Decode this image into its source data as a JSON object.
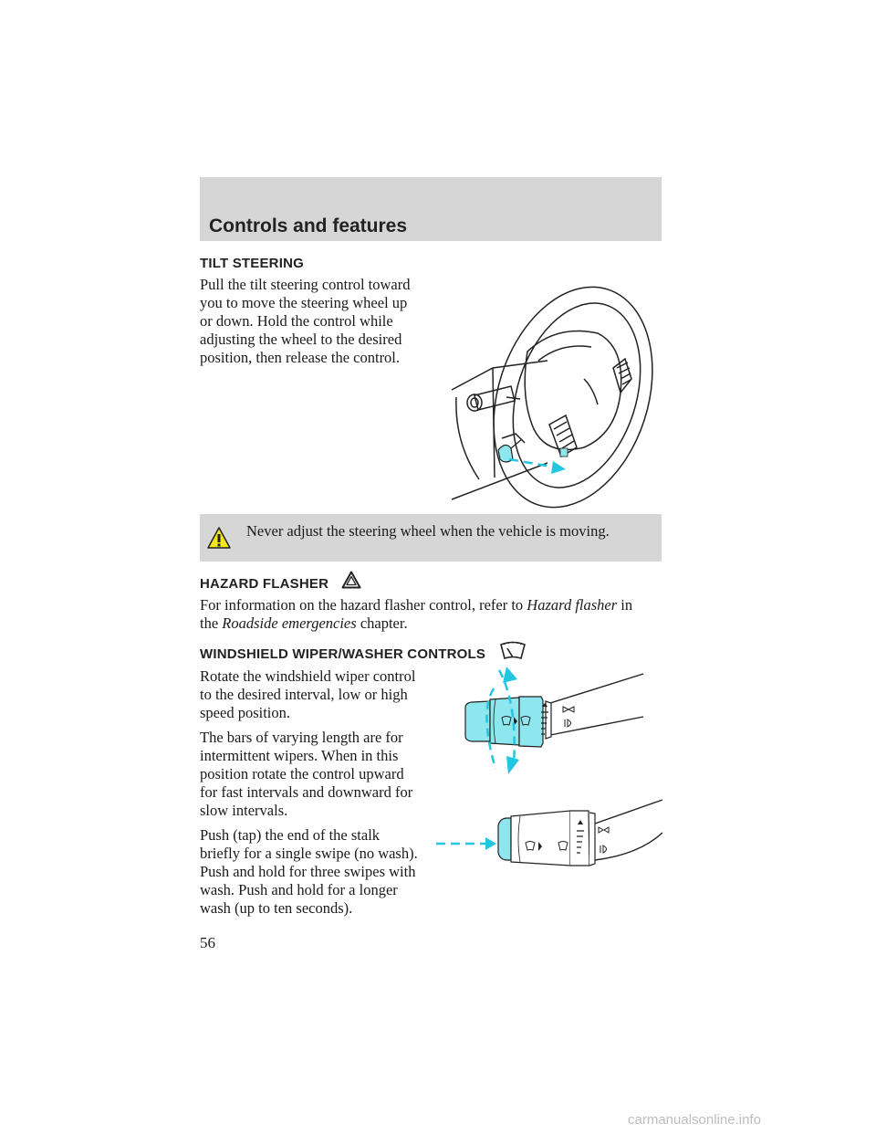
{
  "header": {
    "title": "Controls and features"
  },
  "sections": {
    "tilt": {
      "heading": "TILT STEERING",
      "lines": [
        "Pull the tilt steering control toward",
        "you to move the steering wheel up",
        "or down. Hold the control while",
        "adjusting the wheel to the desired",
        "position, then release the control."
      ]
    },
    "warning": {
      "text": "Never adjust the steering wheel when the vehicle is moving."
    },
    "hazard": {
      "heading": "HAZARD FLASHER",
      "line1_pre": "For information on the hazard flasher control, refer to ",
      "line1_ref": "Hazard flasher",
      "line1_post": " in",
      "line2_pre": "the ",
      "line2_ref": "Roadside emergencies",
      "line2_post": " chapter."
    },
    "wiper": {
      "heading": "WINDSHIELD WIPER/WASHER CONTROLS",
      "para1": [
        "Rotate the windshield wiper control",
        "to the desired interval, low or high",
        "speed position."
      ],
      "para2": [
        "The bars of varying length are for",
        "intermittent wipers. When in this",
        "position rotate the control upward",
        "for fast intervals and downward for",
        "slow intervals."
      ],
      "para3": [
        "Push (tap) the end of the stalk",
        "briefly for a single swipe (no wash).",
        "Push and hold for three swipes with",
        "wash. Push and hold for a longer",
        "wash (up to ten seconds)."
      ]
    }
  },
  "page_number": "56",
  "footer_url": "carmanualsonline.info",
  "colors": {
    "band": "#d6d6d6",
    "accent": "#8ee6ee",
    "arrow": "#23c6e0",
    "warning": "#f4e61a"
  },
  "icons": {
    "warning": "warning-triangle-icon",
    "hazard": "hazard-triangle-icon",
    "wiper": "windshield-wiper-icon"
  }
}
